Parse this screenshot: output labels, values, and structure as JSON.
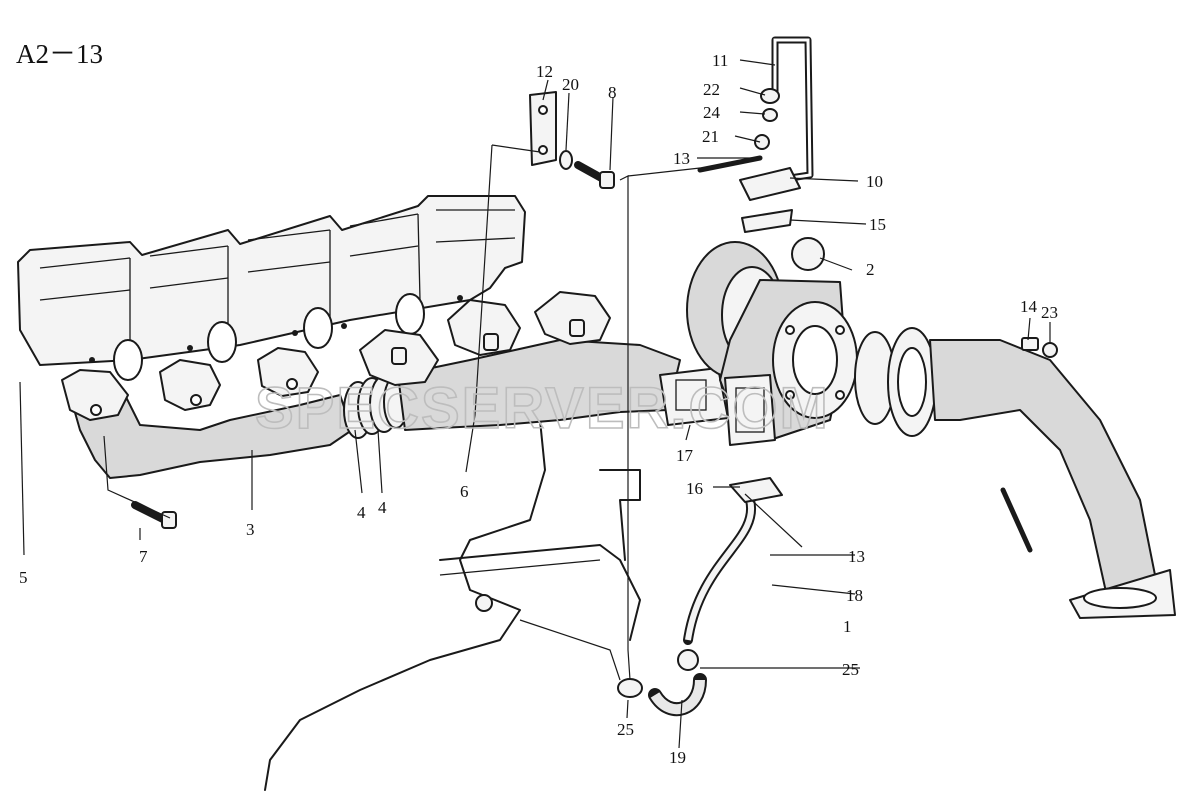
{
  "figure": {
    "title": "A2－13",
    "watermark": "SPECSERVER.COM"
  },
  "callouts": [
    {
      "id": "c-1",
      "text": "1"
    },
    {
      "id": "c-2",
      "text": "2"
    },
    {
      "id": "c-3",
      "text": "3"
    },
    {
      "id": "c-4a",
      "text": "4"
    },
    {
      "id": "c-4b",
      "text": "4"
    },
    {
      "id": "c-5",
      "text": "5"
    },
    {
      "id": "c-6",
      "text": "6"
    },
    {
      "id": "c-7",
      "text": "7"
    },
    {
      "id": "c-8",
      "text": "8"
    },
    {
      "id": "c-10",
      "text": "10"
    },
    {
      "id": "c-11",
      "text": "11"
    },
    {
      "id": "c-12",
      "text": "12"
    },
    {
      "id": "c-13a",
      "text": "13"
    },
    {
      "id": "c-13b",
      "text": "13"
    },
    {
      "id": "c-14",
      "text": "14"
    },
    {
      "id": "c-15",
      "text": "15"
    },
    {
      "id": "c-16",
      "text": "16"
    },
    {
      "id": "c-17",
      "text": "17"
    },
    {
      "id": "c-18",
      "text": "18"
    },
    {
      "id": "c-19",
      "text": "19"
    },
    {
      "id": "c-20",
      "text": "20"
    },
    {
      "id": "c-21",
      "text": "21"
    },
    {
      "id": "c-22",
      "text": "22"
    },
    {
      "id": "c-23",
      "text": "23"
    },
    {
      "id": "c-24",
      "text": "24"
    },
    {
      "id": "c-25a",
      "text": "25"
    },
    {
      "id": "c-25b",
      "text": "25"
    }
  ]
}
